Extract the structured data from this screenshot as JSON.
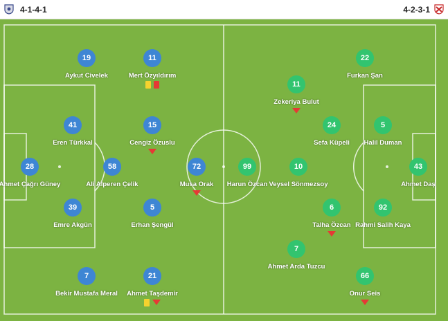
{
  "home": {
    "formation": "4-1-4-1",
    "crest_icon": "team-crest-icon",
    "color": "#3e86d4",
    "players": [
      {
        "number": "19",
        "name": "Aykut Civelek",
        "events": []
      },
      {
        "number": "11",
        "name": "Mert Özyıldırım",
        "events": [
          "yellow-card",
          "red-card"
        ]
      },
      {
        "number": "41",
        "name": "Eren Türkkal",
        "events": []
      },
      {
        "number": "15",
        "name": "Cengiz Özuslu",
        "events": [
          "substitution"
        ]
      },
      {
        "number": "28",
        "name": "Ahmet Çağrı Güney",
        "events": []
      },
      {
        "number": "58",
        "name": "Ali Alperen Çelik",
        "events": []
      },
      {
        "number": "72",
        "name": "Musa Orak",
        "events": [
          "substitution"
        ]
      },
      {
        "number": "39",
        "name": "Emre Akgün",
        "events": []
      },
      {
        "number": "5",
        "name": "Erhan Şengül",
        "events": []
      },
      {
        "number": "7",
        "name": "Bekir Mustafa Meral",
        "events": []
      },
      {
        "number": "21",
        "name": "Ahmet Taşdemir",
        "events": [
          "yellow-card",
          "substitution"
        ]
      }
    ]
  },
  "away": {
    "formation": "4-2-3-1",
    "crest_icon": "team-crest-icon",
    "color": "#32c46f",
    "players": [
      {
        "number": "22",
        "name": "Furkan Şan",
        "events": []
      },
      {
        "number": "11",
        "name": "Zekeriya Bulut",
        "events": [
          "substitution"
        ]
      },
      {
        "number": "24",
        "name": "Sefa Küpeli",
        "events": []
      },
      {
        "number": "5",
        "name": "Halil Duman",
        "events": []
      },
      {
        "number": "99",
        "name": "Harun Özcan",
        "events": []
      },
      {
        "number": "10",
        "name": "Veysel Sönmezsoy",
        "events": []
      },
      {
        "number": "43",
        "name": "Ahmet Daş",
        "events": []
      },
      {
        "number": "6",
        "name": "Talha Özcan",
        "events": [
          "substitution"
        ]
      },
      {
        "number": "92",
        "name": "Rahmi Salih Kaya",
        "events": []
      },
      {
        "number": "7",
        "name": "Ahmet Arda Tuzcu",
        "events": []
      },
      {
        "number": "66",
        "name": "Onur Seis",
        "events": [
          "substitution"
        ]
      }
    ]
  },
  "pitch_color": "#7cb342"
}
